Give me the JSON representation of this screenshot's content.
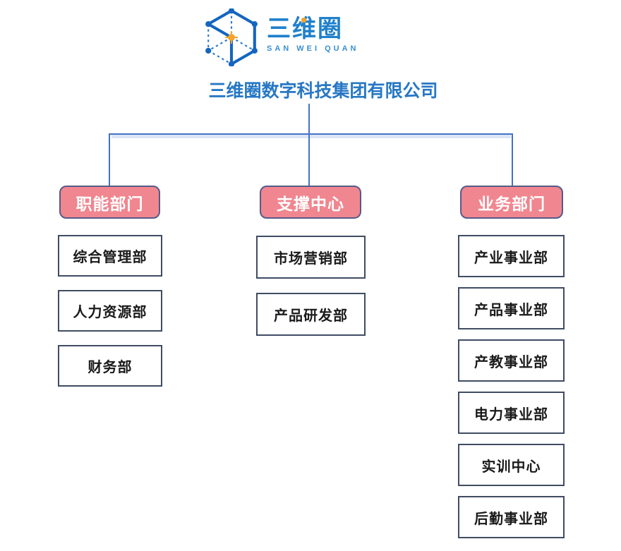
{
  "logo": {
    "icon": "wireframe-cube-icon",
    "name": "三维圈",
    "romanized": "SAN WEI QUAN"
  },
  "company_name": "三维圈数字科技集团有限公司",
  "org": {
    "groups": [
      {
        "label": "职能部门",
        "departments": [
          "综合管理部",
          "人力资源部",
          "财务部"
        ]
      },
      {
        "label": "支撑中心",
        "departments": [
          "市场营销部",
          "产品研发部"
        ]
      },
      {
        "label": "业务部门",
        "departments": [
          "产业事业部",
          "产品事业部",
          "产教事业部",
          "电力事业部",
          "实训中心",
          "后勤事业部"
        ]
      }
    ]
  },
  "colors": {
    "title_blue": "#2778C4",
    "logo_blue": "#2080CC",
    "logo_accent_orange": "#F5A42B",
    "group_header_bg": "#F0868F",
    "group_header_text": "#FFFFFF",
    "group_header_border": "#555B8A",
    "department_box_border": "#3F4C63",
    "department_text": "#1A1A1A",
    "connector_line": "#4472C4"
  }
}
